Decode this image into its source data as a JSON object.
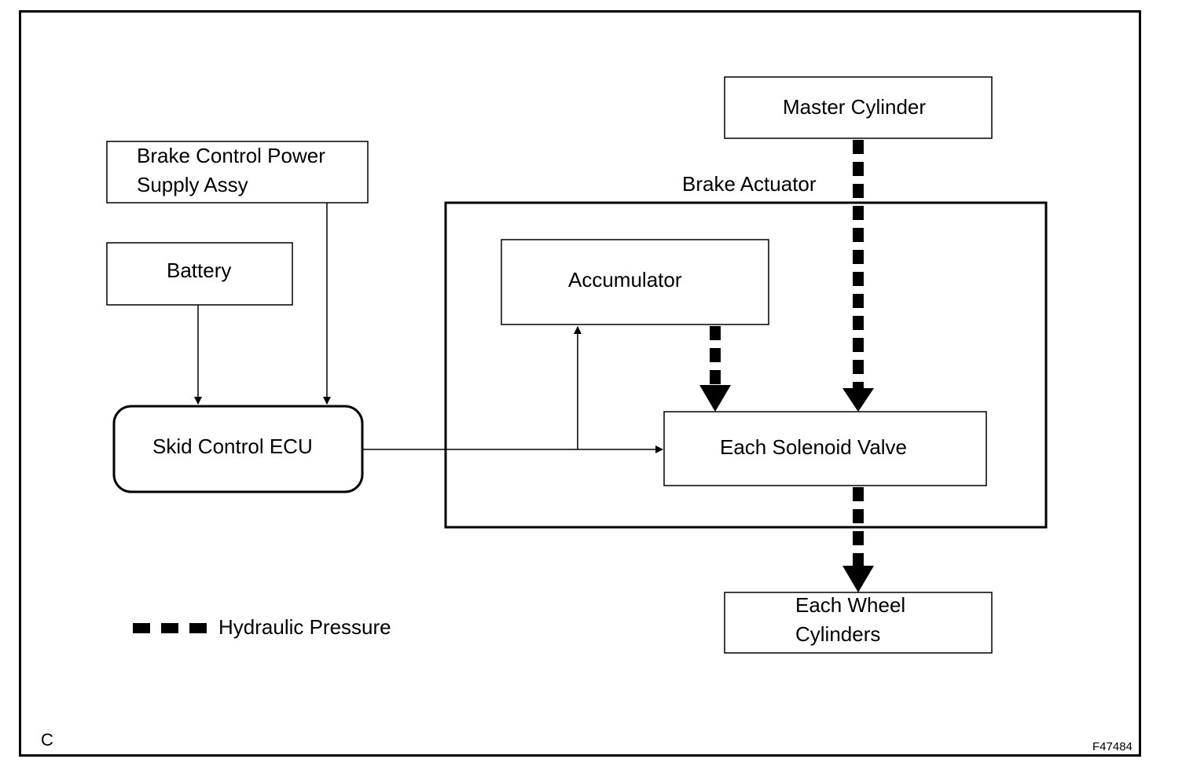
{
  "boxes": {
    "power_supply": "Brake Control Power\nSupply Assy",
    "battery": "Battery",
    "ecu": "Skid Control ECU",
    "actuator": "Brake Actuator",
    "accumulator": "Accumulator",
    "master_cylinder": "Master Cylinder",
    "solenoid_valve": "Each Solenoid Valve",
    "wheel_cylinders": "Each Wheel\nCylinders"
  },
  "legend": {
    "hydraulic_pressure": "Hydraulic Pressure"
  },
  "corner": {
    "section_letter": "C",
    "figure_code": "F47484"
  }
}
